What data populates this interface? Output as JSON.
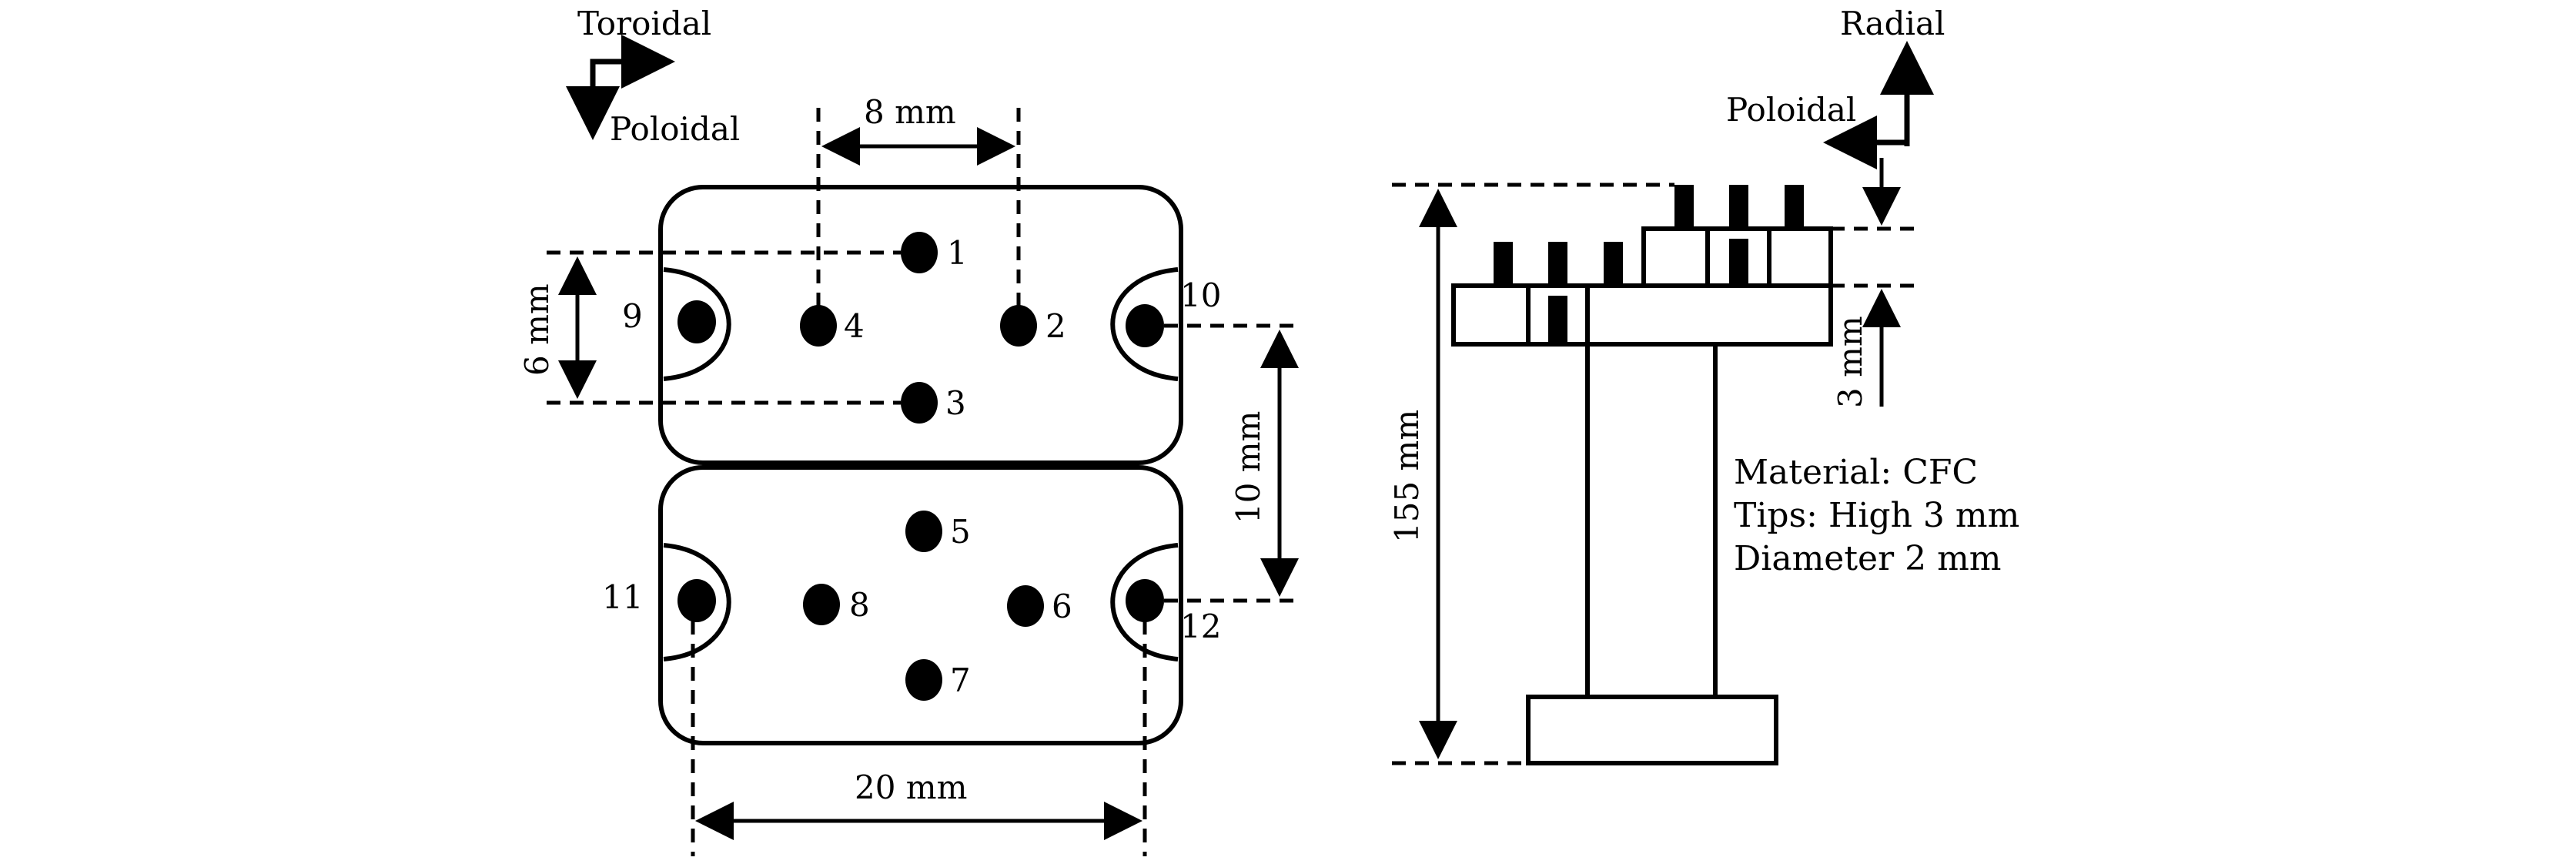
{
  "axes_front": {
    "horizontal": "Toroidal",
    "vertical": "Poloidal"
  },
  "axes_side": {
    "vertical": "Radial",
    "horizontal": "Poloidal"
  },
  "dimensions": {
    "pin_spacing": "8 mm",
    "vertical_spacing": "6 mm",
    "module_pitch": "10 mm",
    "total_width": "20 mm",
    "probe_length": "155 mm",
    "tip_height": "3 mm"
  },
  "pins": [
    "1",
    "2",
    "3",
    "4",
    "5",
    "6",
    "7",
    "8",
    "9",
    "10",
    "11",
    "12"
  ],
  "notes": {
    "material": "Material: CFC",
    "tips": "Tips: High 3 mm",
    "diameter": "Diameter 2 mm"
  }
}
